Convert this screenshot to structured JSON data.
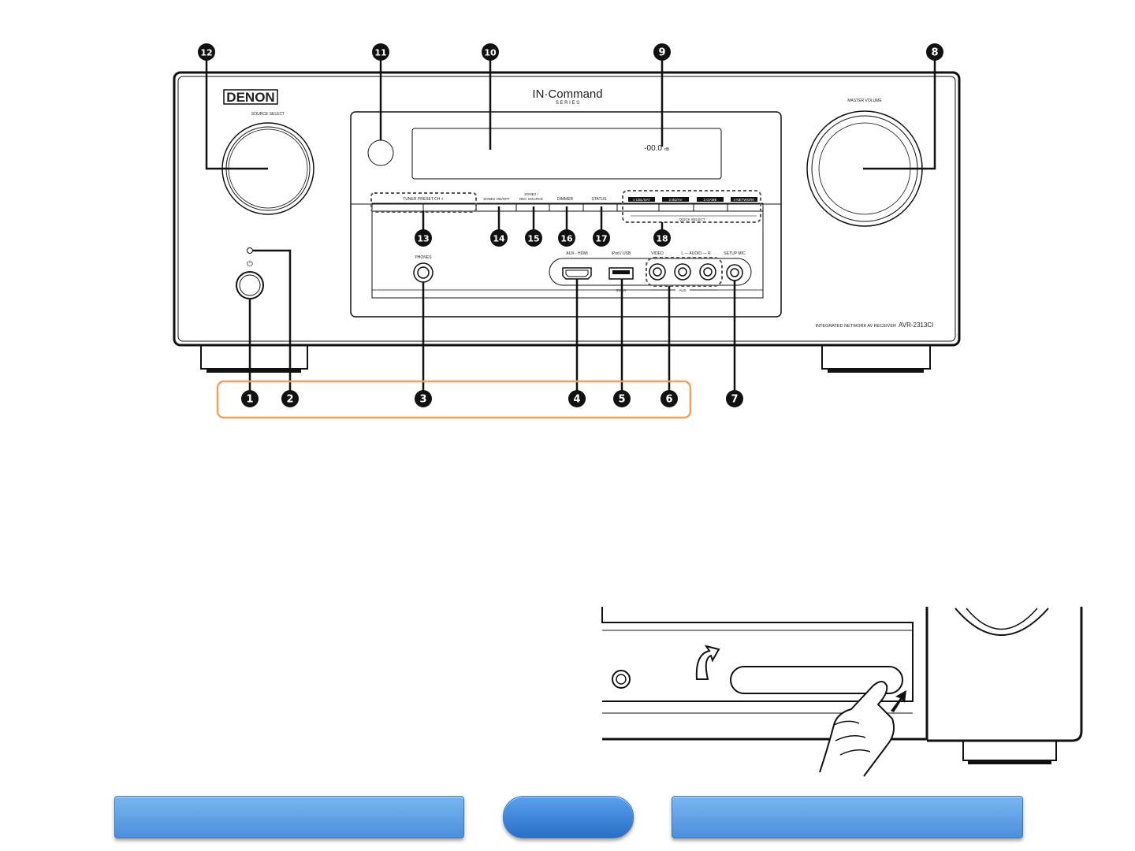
{
  "brand": "DENON",
  "series": {
    "line1": "IN·Command",
    "line2": "S E R I E S"
  },
  "knobs": {
    "source_select": "SOURCE SELECT",
    "master_volume": "MASTER VOLUME"
  },
  "power_symbol": "⏻",
  "display_readout": {
    "value": "-00.0",
    "unit": "dB"
  },
  "front_buttons": {
    "tuner_preset": "TUNER PRESET CH  +",
    "zone2_onoff": "ZONE2 ON/OFF",
    "zone2_rec_l1": "ZONE2 /",
    "zone2_rec_l2": "REC SOURCE",
    "dimmer": "DIMMER",
    "status": "STATUS",
    "quick_1": "1 CBL/SAT",
    "quick_2": "2 BD/AV",
    "quick_3": "3 GAME",
    "quick_4": "4 NETWORK",
    "quick_select": "QUICK SELECT"
  },
  "jacks": {
    "phones": "PHONES",
    "aux_hdmi": "AUX - HDMI",
    "ipod_usb": "iPod / USB",
    "ipod_sub": "5V/1A",
    "video": "VIDEO",
    "audio_lr": "L — AUDIO — R",
    "aux": "AUX",
    "setup_mic": "SETUP MIC"
  },
  "model": {
    "prefix": "INTEGRATED NETWORK AV RECEIVER",
    "name": "AVR-2313CI"
  },
  "callouts": [
    "❶",
    "❷",
    "❸",
    "❹",
    "❺",
    "❻",
    "❼",
    "❽",
    "❾",
    "❿",
    "⓫",
    "⓬",
    "⓭",
    "⓮",
    "⓯",
    "⓰",
    "⓱",
    "⓲"
  ],
  "colors": {
    "highlight_box": "#f0a060",
    "nav_button": "#5a9ee6",
    "callout_fill": "#111111"
  }
}
